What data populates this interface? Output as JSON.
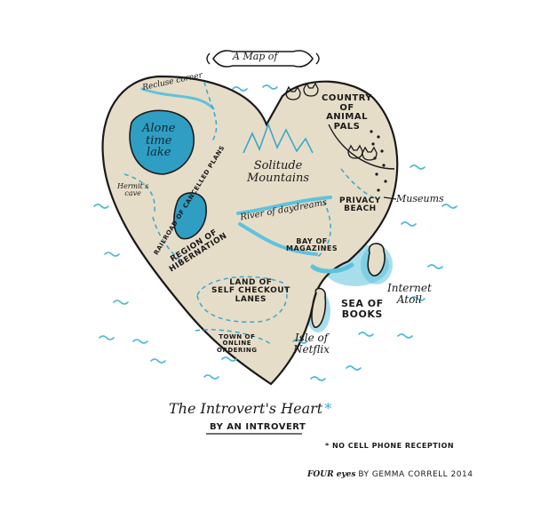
{
  "banner": {
    "text": "A Map of"
  },
  "map_labels": {
    "recluse_corner": "Recluse corner",
    "country_of_animal_pals": "COUNTRY\nOF\nANIMAL\nPALS",
    "alone_time_lake": "Alone\ntime\nlake",
    "solitude_mountains": "Solitude\nMountains",
    "hermits_cave": "Hermit's\ncave",
    "railroad": "RAILROAD OF CANCELLED PLANS",
    "privacy_beach": "PRIVACY\nBEACH",
    "museums": "Museums",
    "river_of_daydreams": "River of daydreams",
    "bay_of_magazines": "BAY OF\nMAGAZINES",
    "region_of_hibernation": "REGION OF\nHIBERNATION",
    "internet_atoll": "Internet\nAtoll",
    "land_of_self_checkout": "LAND OF\nSELF CHECKOUT\nLANES",
    "sea_of_books": "SEA OF\nBOOKS",
    "town_of_online_ordering": "TOWN OF\nONLINE\nORDERING",
    "isle_of_netflix": "Isle of\nNetflix"
  },
  "title": {
    "main": "The Introvert's Heart",
    "asterisk": "*",
    "subtitle": "BY AN INTROVERT"
  },
  "footnote": "* NO CELL PHONE RECEPTION",
  "credit": {
    "brand": "FOUR eyes",
    "text": "BY Gemma CORRELL 2014"
  },
  "colors": {
    "land": "#e6ddc8",
    "water": "#5fc2dc",
    "deep_water": "#2f9ec2",
    "ink": "#1a1a1a",
    "wave": "#4fb8d8"
  },
  "icons": [
    "wave-icon",
    "cat-head-icon",
    "mountain-icon",
    "dot-icon"
  ]
}
